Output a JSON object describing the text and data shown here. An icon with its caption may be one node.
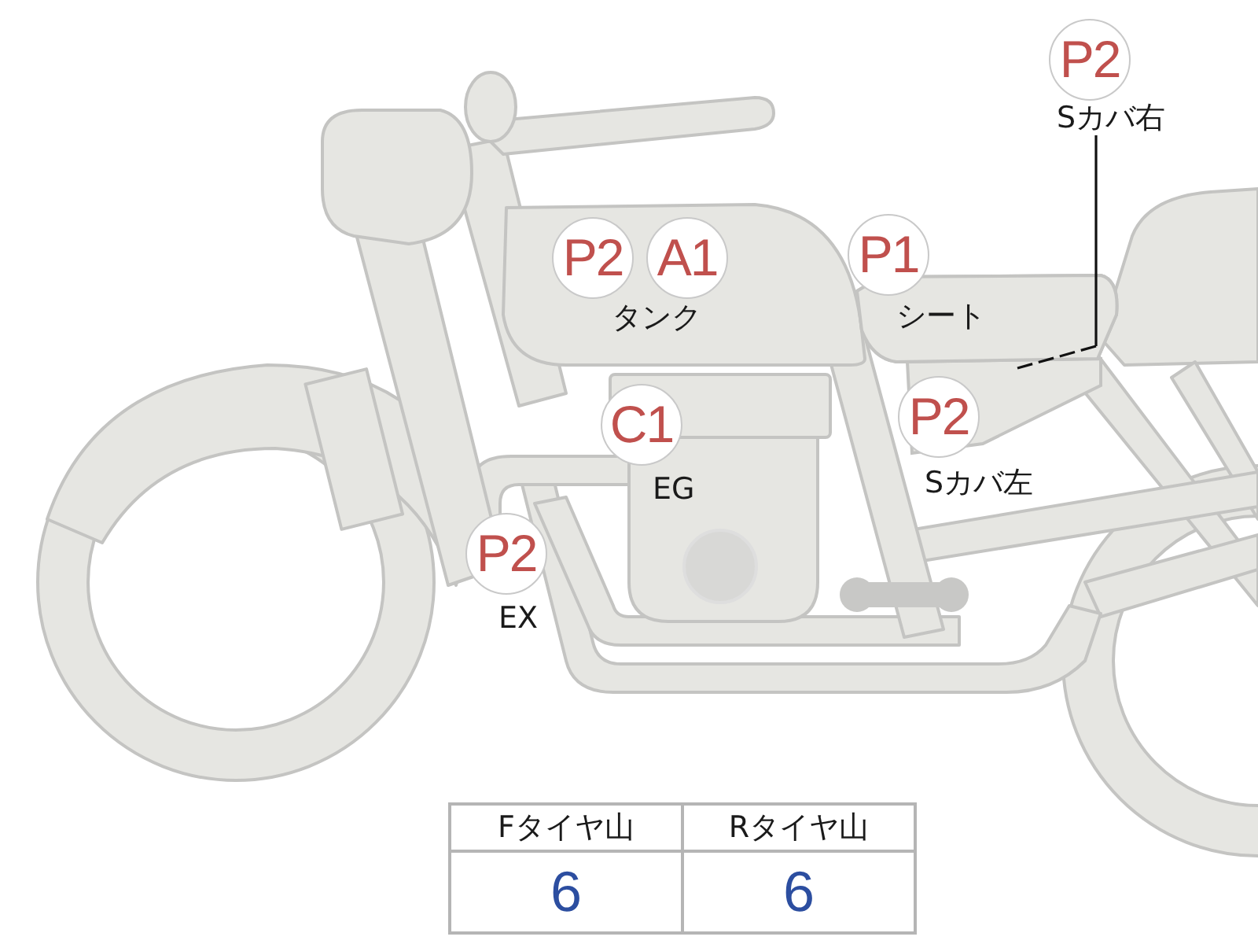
{
  "diagram": {
    "nodes": [
      {
        "text": [
          "P2",
          "Sカバ右"
        ]
      },
      {
        "text": [
          "P2"
        ]
      },
      {
        "text": [
          "A1"
        ]
      },
      {
        "text": [
          "P1",
          "シート"
        ]
      },
      {
        "text": [
          "C1",
          "EG"
        ]
      },
      {
        "text": [
          "P2",
          "Sカバ左"
        ]
      },
      {
        "text": [
          "P2",
          "EX"
        ]
      },
      {
        "text": [],
        "shape": "box"
      }
    ],
    "edges": [
      {
        "from": 0,
        "to": 7,
        "arrow": "none"
      }
    ],
    "labels": [
      "タンク",
      "Fタイヤ山",
      "Rタイヤ山",
      "6",
      "6"
    ]
  }
}
